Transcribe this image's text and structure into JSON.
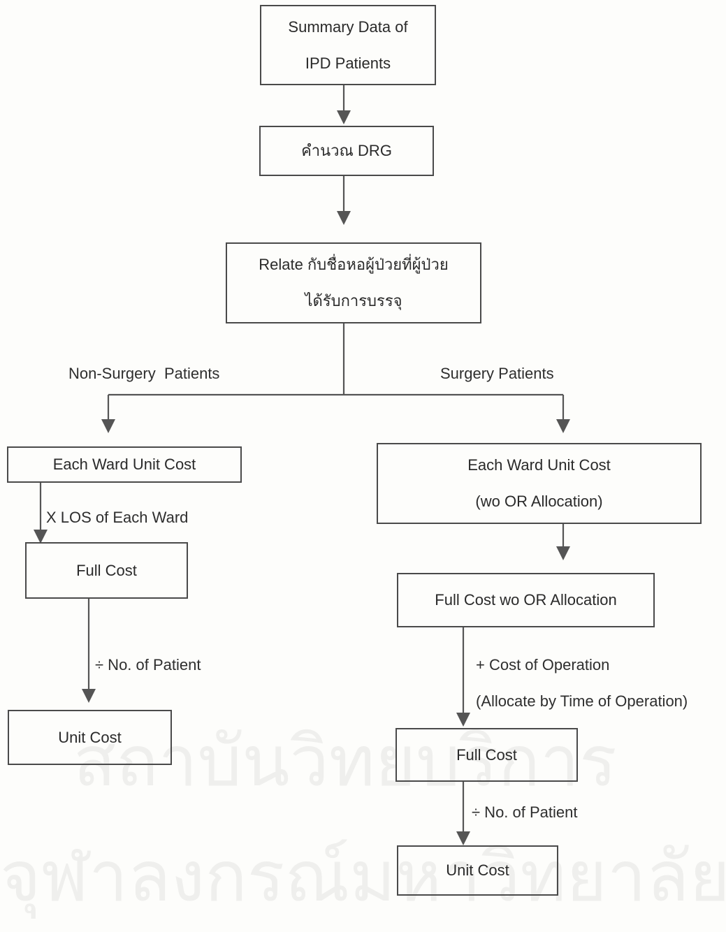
{
  "watermark": {
    "line1": "สถาบันวิทยบริการ",
    "line2": "จุฬาลงกรณ์มหาวิทยาลัย"
  },
  "nodes": {
    "summary": [
      "Summary Data of",
      "IPD Patients"
    ],
    "drg": [
      "คำนวณ DRG"
    ],
    "relate": [
      "Relate กับชื่อหอผู้ป่วยที่ผู้ป่วย",
      "ได้รับการบรรจุ"
    ],
    "left_ward_cost": [
      "Each Ward Unit Cost"
    ],
    "left_full_cost": [
      "Full Cost"
    ],
    "left_unit_cost": [
      "Unit Cost"
    ],
    "right_ward_cost": [
      "Each Ward Unit Cost",
      "(wo OR Allocation)"
    ],
    "right_full_cost_wo": [
      "Full Cost wo OR Allocation"
    ],
    "right_full_cost": [
      "Full Cost"
    ],
    "right_unit_cost": [
      "Unit Cost"
    ]
  },
  "labels": {
    "non_surgery": "Non-Surgery  Patients",
    "surgery": "Surgery Patients",
    "x_los": "X LOS of Each Ward",
    "div_left": "÷ No. of Patient",
    "plus_op": "+ Cost of Operation",
    "allocate": "(Allocate by Time of Operation)",
    "div_right": "÷ No. of Patient"
  }
}
